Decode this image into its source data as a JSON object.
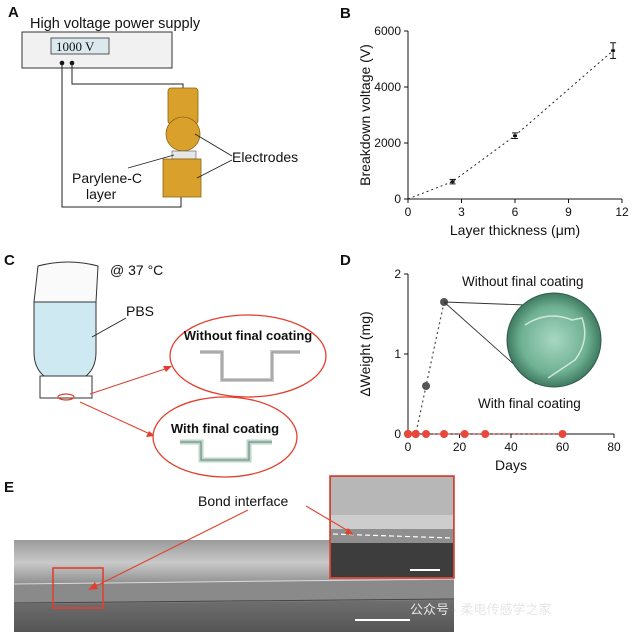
{
  "panels": {
    "A": {
      "label": "A",
      "power_supply_title": "High voltage power supply",
      "display_value": "1000 V",
      "electrodes_label": "Electrodes",
      "parylene_label_line1": "Parylene-C",
      "parylene_label_line2": "layer"
    },
    "B": {
      "label": "B"
    },
    "C": {
      "label": "C",
      "temperature": "@ 37 °C",
      "solution": "PBS",
      "without_coating": "Without final coating",
      "with_coating": "With final coating"
    },
    "D": {
      "label": "D",
      "annotation_without": "Without final coating",
      "annotation_with": "With final coating"
    },
    "E": {
      "label": "E",
      "bond_interface": "Bond interface",
      "watermark": "公众号 · 柔电传感学之家"
    }
  },
  "colors": {
    "electrode": "#d9a12b",
    "pbs": "#cfe9f3",
    "highlight": "#e0412f",
    "without_series": "#555555",
    "with_series": "#e8473a"
  },
  "chart_data": [
    {
      "panel": "B",
      "type": "line",
      "title": "",
      "xlabel": "Layer thickness (μm)",
      "ylabel": "Breakdown voltage (V)",
      "xlim": [
        0,
        12
      ],
      "ylim": [
        0,
        6000
      ],
      "xticks": [
        0,
        3,
        6,
        9,
        12
      ],
      "yticks": [
        0,
        2000,
        4000,
        6000
      ],
      "line_style": "dotted",
      "series": [
        {
          "x": [
            2.5,
            6.0,
            11.5
          ],
          "y": [
            620,
            2260,
            5300
          ],
          "err": [
            80,
            100,
            280
          ]
        }
      ]
    },
    {
      "panel": "D",
      "type": "scatter",
      "title": "",
      "xlabel": "Days",
      "ylabel": "ΔWeight (mg)",
      "xlim": [
        0,
        80
      ],
      "ylim": [
        0,
        2
      ],
      "xticks": [
        0,
        20,
        40,
        60,
        80
      ],
      "yticks": [
        0,
        1,
        2
      ],
      "line_style": "dotted",
      "series": [
        {
          "key": "without",
          "x": [
            0,
            3,
            7,
            14
          ],
          "y": [
            0,
            0,
            0.6,
            1.65
          ]
        },
        {
          "key": "with",
          "x": [
            0,
            3,
            7,
            14,
            22,
            30,
            60
          ],
          "y": [
            0,
            0,
            0,
            0,
            0,
            0,
            0
          ]
        }
      ]
    }
  ]
}
